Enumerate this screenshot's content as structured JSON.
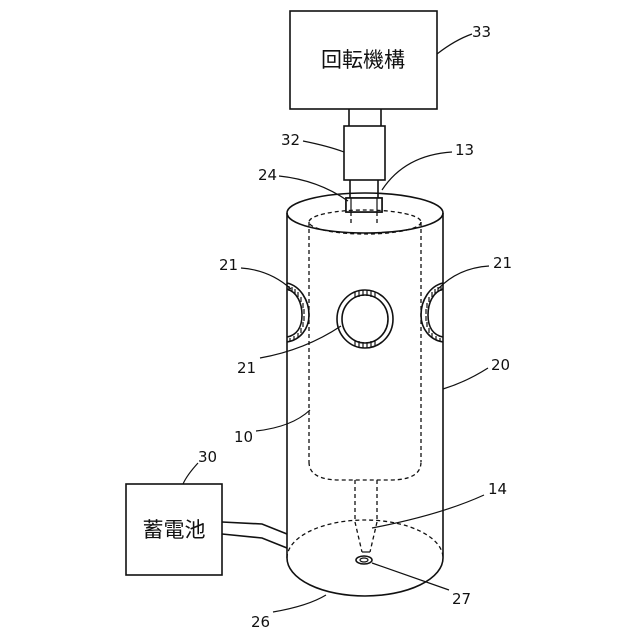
{
  "blocks": {
    "rotation_mechanism": "回転機構",
    "battery": "蓄電池"
  },
  "refs": {
    "r33": "33",
    "r32": "32",
    "r13": "13",
    "r24": "24",
    "r21_left": "21",
    "r21_right": "21",
    "r21_center": "21",
    "r20": "20",
    "r10": "10",
    "r30": "30",
    "r14": "14",
    "r27": "27",
    "r26": "26"
  }
}
